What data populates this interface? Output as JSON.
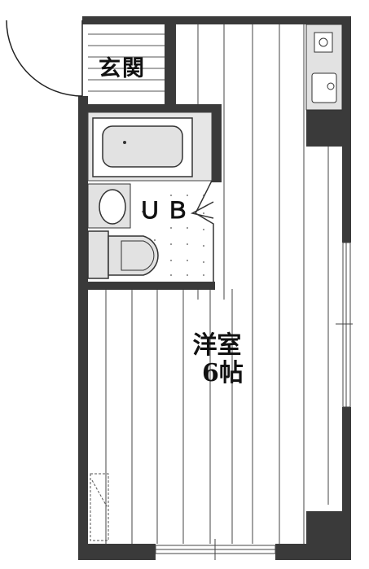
{
  "rooms": {
    "genkan": "玄関",
    "unit_bath": "ＵＢ",
    "western_room": "洋室",
    "room_size": "6帖"
  },
  "colors": {
    "wall": "#3a3a3a",
    "floor_line": "#444444",
    "fixture_fill": "#e2e2e2",
    "dot": "#7a7a7a"
  }
}
